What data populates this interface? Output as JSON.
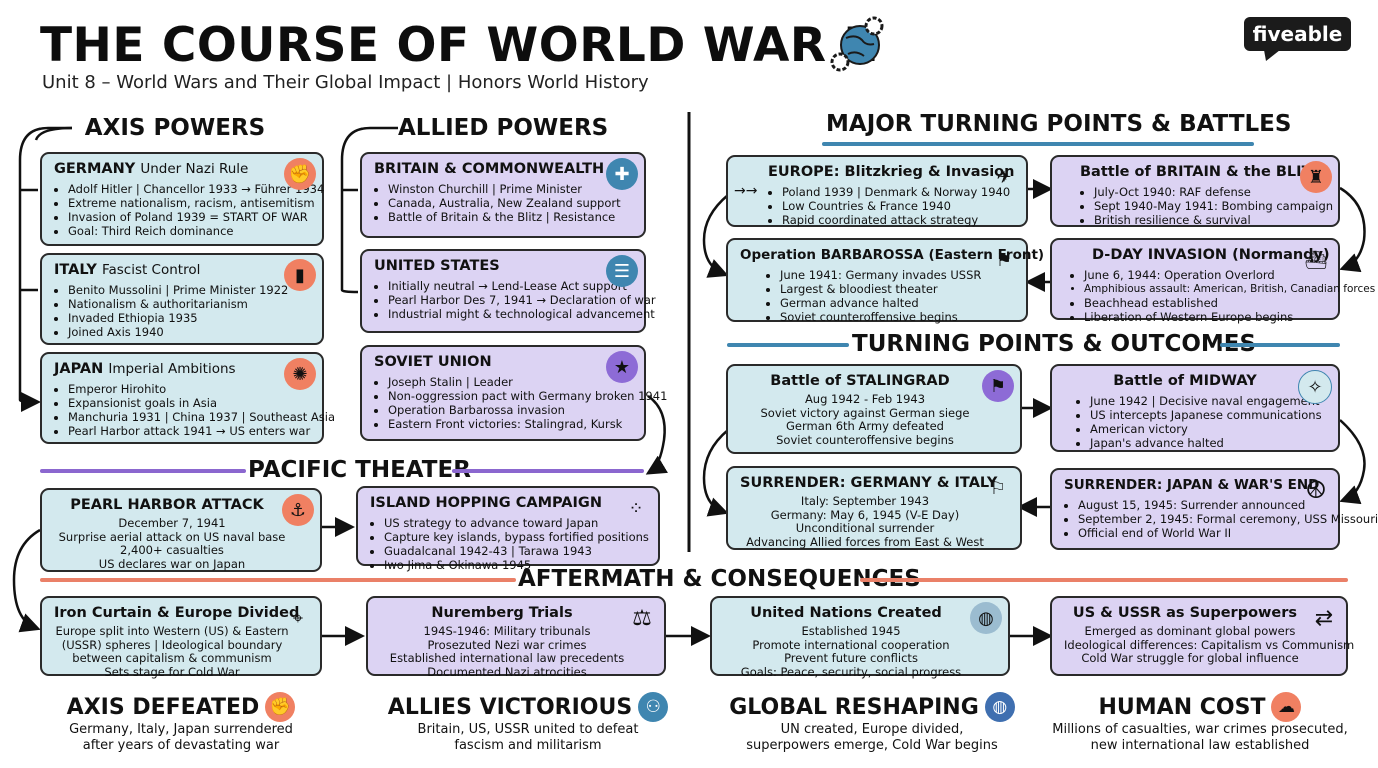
{
  "header": {
    "title": "THE COURSE OF WORLD WAR II",
    "subtitle": "Unit 8 – World Wars and Their Global Impact | Honors World History",
    "logo": "fiveable"
  },
  "sections": {
    "axis": "AXIS POWERS",
    "allied": "ALLIED POWERS",
    "turning": "MAJOR TURNING POINTS & BATTLES",
    "outcomes": "TURNING POINTS & OUTCOMES",
    "pacific": "PACIFIC THEATER",
    "aftermath": "AFTERMATH & CONSEQUENCES"
  },
  "colors": {
    "blue_box": "#d3e9ee",
    "purple_box": "#dcd3f3",
    "orange_icon": "#f08062",
    "purple_icon": "#8d6bd6",
    "blue_icon": "#3f86b0",
    "rule_purple": "#8b67cf",
    "rule_blue": "#3f86b0",
    "rule_orange": "#ea8068"
  },
  "axis": [
    {
      "title": "GERMANY",
      "sub": "Under Nazi Rule",
      "icon": "raised-fist-icon",
      "glyph": "✊",
      "items": [
        "Adolf Hitler | Chancellor 1933 → Führer 1934",
        "Extreme nationalism, racism, antisemitism",
        "Invasion of Poland 1939 = START OF WAR",
        "Goal: Third Reich dominance"
      ]
    },
    {
      "title": "ITALY",
      "sub": "Fascist Control",
      "icon": "fasces-icon",
      "glyph": "▮",
      "items": [
        "Benito Mussolini | Prime Minister 1922",
        "Nationalism & authoritarianism",
        "Invaded Ethiopia 1935",
        "Joined Axis 1940"
      ]
    },
    {
      "title": "JAPAN",
      "sub": "Imperial Ambitions",
      "icon": "rising-sun-icon",
      "glyph": "✺",
      "items": [
        "Emperor Hirohito",
        "Expansionist goals in Asia",
        "Manchuria 1931 | China 1937 | Southeast Asia",
        "Pearl Harbor attack 1941 → US enters war"
      ]
    }
  ],
  "allies": [
    {
      "title": "BRITAIN & COMMONWEALTH",
      "icon": "union-jack-icon",
      "glyph": "✚",
      "items": [
        "Winston Churchill | Prime Minister",
        "Canada, Australia, New Zealand support",
        "Battle of Britain & the Blitz | Resistance"
      ]
    },
    {
      "title": "UNITED STATES",
      "icon": "us-flag-icon",
      "glyph": "☰",
      "items": [
        "Initially neutral → Lend-Lease Act support",
        "Pearl Harbor Des 7, 1941 → Declaration of war",
        "Industrial might & technological advancement"
      ]
    },
    {
      "title": "SOVIET UNION",
      "icon": "soviet-star-icon",
      "glyph": "★",
      "items": [
        "Joseph Stalin | Leader",
        "Non-oggression pact with Germany broken 1941",
        "Operation Barbarossa invasion",
        "Eastern Front victories: Stalingrad, Kursk"
      ]
    }
  ],
  "pacific": {
    "pearl": {
      "title": "PEARL HARBOR ATTACK",
      "icon": "warship-icon",
      "glyph": "⚓",
      "lines": [
        "December 7, 1941",
        "Surprise aerial attack on US naval base",
        "2,400+ casualties",
        "US declares war on Japan"
      ]
    },
    "island": {
      "title": "ISLAND HOPPING CAMPAIGN",
      "icon": "islands-icon",
      "glyph": "⁘",
      "items": [
        "US strategy to advance toward Japan",
        "Capture key islands, bypass fortified positions",
        "Guadalcanal 1942-43 | Tarawa 1943",
        "Iwo Jima & Okinawa 1945"
      ]
    }
  },
  "battles": [
    {
      "title": "EUROPE: Blitzkrieg & Invasion",
      "icon": "blitzkrieg-icon",
      "glyph": "✈",
      "items": [
        "Poland 1939 | Denmark & Norway 1940",
        "Low Countries & France 1940",
        "Rapid coordinated attack strategy"
      ]
    },
    {
      "title": "Battle of BRITAIN & the BLITZ",
      "icon": "radio-tower-icon",
      "glyph": "♜",
      "items": [
        "July-Oct 1940: RAF defense",
        "Sept 1940-May 1941: Bombing campaign",
        "British resilience & survival"
      ]
    },
    {
      "title": "Operation BARBAROSSA (Eastern Front)",
      "icon": "flag-icon",
      "glyph": "⚑",
      "items": [
        "June 1941: Germany invades USSR",
        "Largest & bloodiest theater",
        "German advance halted",
        "Soviet counteroffensive begins"
      ]
    },
    {
      "title": "D-DAY INVASION (Normandy)",
      "icon": "landing-craft-icon",
      "glyph": "⛴",
      "items": [
        "June 6, 1944: Operation Overlord",
        "Amphibious assault: American, British, Canadian forces",
        "Beachhead established",
        "Liberation of Western Europe begins"
      ]
    }
  ],
  "outcomes": [
    {
      "title": "Battle of STALINGRAD",
      "icon": "soviet-flag-icon",
      "glyph": "⚑",
      "lines": [
        "Aug 1942 - Feb 1943",
        "Soviet victory against German siege",
        "German 6th Army defeated",
        "Soviet counteroffensive begins"
      ]
    },
    {
      "title": "Battle of MIDWAY",
      "icon": "compass-icon",
      "glyph": "✧",
      "items": [
        "June 1942 | Decisive naval engagement",
        "US intercepts Japanese communications",
        "American victory",
        "Japan's advance halted"
      ]
    },
    {
      "title": "SURRENDER: GERMANY & ITALY",
      "icon": "white-flag-icon",
      "glyph": "⚐",
      "lines": [
        "Italy: September 1943",
        "Germany: May 6, 1945 (V-E Day)",
        "Unconditional surrender",
        "Advancing Allied forces from East & West"
      ]
    },
    {
      "title": "SURRENDER: JAPAN & WAR'S END",
      "icon": "peace-icon",
      "glyph": "☮",
      "items": [
        "August 15, 1945: Surrender announced",
        "September 2, 1945: Formal ceremony, USS Missouri",
        "Official end of World War II"
      ]
    }
  ],
  "aftermath": [
    {
      "title": "Iron Curtain & Europe Divided",
      "icon": "europe-map-icon",
      "glyph": "⌖",
      "lines": [
        "Europe split into Western (US) & Eastern",
        "(USSR) spheres | Ideological boundary",
        "between capitalism & communism",
        "Sets stage for Cold War"
      ]
    },
    {
      "title": "Nuremberg Trials",
      "icon": "gavel-icon",
      "glyph": "⚖",
      "lines": [
        "194S-1946: Military tribunals",
        "Prosezuted Nezi war crimes",
        "Established international law precedents",
        "Documented Nazi atrocities"
      ]
    },
    {
      "title": "United Nations Created",
      "icon": "un-emblem-icon",
      "glyph": "◍",
      "lines": [
        "Established 1945",
        "Promote international cooperation",
        "Prevent future conflicts",
        "Goals: Peace, security, social progress"
      ]
    },
    {
      "title": "US & USSR as Superpowers",
      "icon": "shuffle-icon",
      "glyph": "⇄",
      "lines": [
        "Emerged as dominant global powers",
        "Ideological differences: Capitalism vs Communism",
        "Cold War struggle for global influence"
      ]
    }
  ],
  "footer": [
    {
      "title": "AXIS DEFEATED",
      "icon": "fist-icon",
      "glyph": "✊",
      "lines": [
        "Germany, Italy, Japan surrendered",
        "after years of devastating war"
      ]
    },
    {
      "title": "ALLIES VICTORIOUS",
      "icon": "group-icon",
      "glyph": "⚇",
      "lines": [
        "Britain, US, USSR united to defeat",
        "fascism and militarism"
      ]
    },
    {
      "title": "GLOBAL RESHAPING",
      "icon": "un-globe-icon",
      "glyph": "◍",
      "lines": [
        "UN created, Europe divided,",
        "superpowers emerge, Cold War begins"
      ]
    },
    {
      "title": "HUMAN COST",
      "icon": "mushroom-cloud-icon",
      "glyph": "☁",
      "lines": [
        "Millions of casualties, war crimes prosecuted,",
        "new international law established"
      ]
    }
  ]
}
